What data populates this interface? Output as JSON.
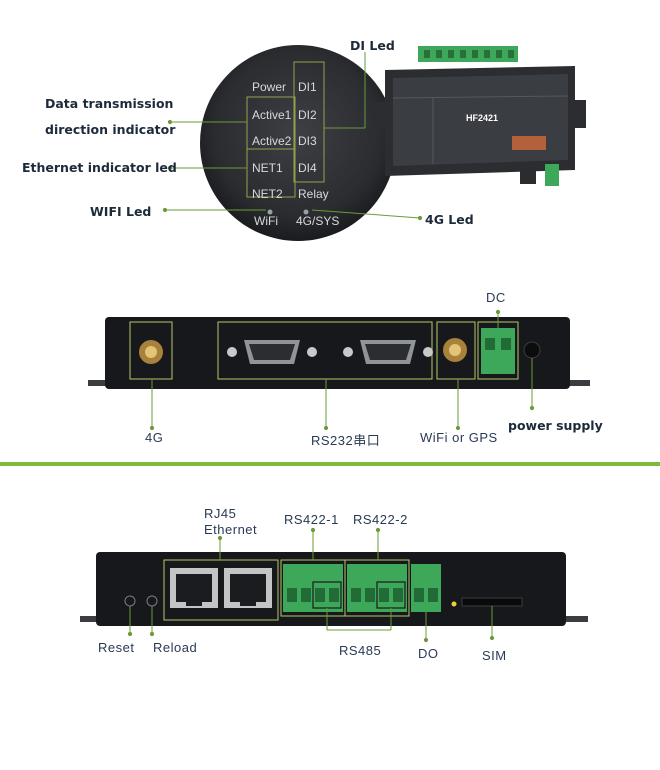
{
  "section1": {
    "led_panel": {
      "labels": {
        "power": "Power",
        "active1": "Active1",
        "active2": "Active2",
        "net1": "NET1",
        "net2": "NET2",
        "wifi": "WiFi",
        "di1": "DI1",
        "di2": "DI2",
        "di3": "DI3",
        "di4": "DI4",
        "relay": "Relay",
        "g4sys": "4G/SYS"
      }
    },
    "callouts": {
      "di_led": "DI Led",
      "data_transmission_line1": "Data transmission",
      "data_transmission_line2": "direction indicator",
      "ethernet_led": "Ethernet indicator led",
      "wifi_led": "WIFI Led",
      "led_4g": "4G Led"
    },
    "device": {
      "model": "HF2421"
    }
  },
  "section2": {
    "labels": {
      "dc": "DC",
      "port_4g": "4G",
      "rs232": "RS232串口",
      "wifi_gps": "WiFi or GPS",
      "power_supply": "power supply"
    }
  },
  "divider_color": "#7dbb3c",
  "section3": {
    "labels": {
      "rj45_line1": "RJ45",
      "rj45_line2": "Ethernet",
      "rs422_1": "RS422-1",
      "rs422_2": "RS422-2",
      "reset": "Reset",
      "reload": "Reload",
      "rs485": "RS485",
      "do": "DO",
      "sim": "SIM"
    }
  },
  "colors": {
    "device_body": "#17181b",
    "terminal_green": "#3ea85a",
    "callout_line": "#6b9a3a",
    "highlight_box": "#b7c86a"
  }
}
